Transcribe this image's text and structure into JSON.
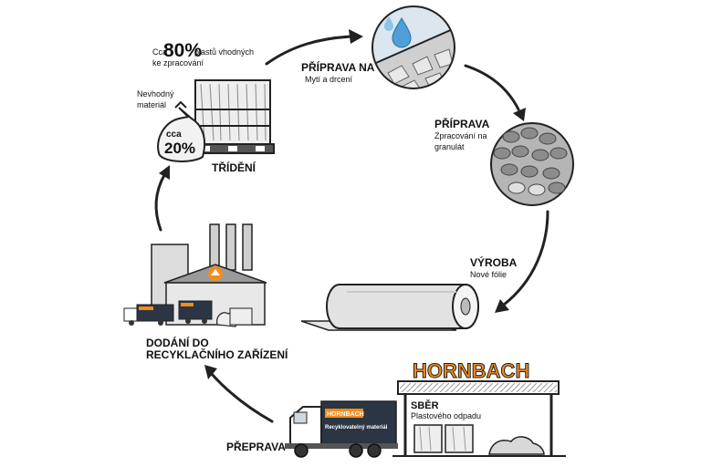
{
  "steps": {
    "sorting": {
      "percent_prefix": "Cca",
      "percent_value": "80%",
      "percent_caption_line1": "plastů vhodných",
      "percent_caption_line2": "ke zpracování",
      "unsuitable_line1": "Nevhodný",
      "unsuitable_line2": "materiál",
      "bag_prefix": "cca",
      "bag_value": "20%",
      "title": "TŘÍDĚNÍ"
    },
    "prep_wash": {
      "title": "PŘÍPRAVA NA",
      "subtitle": "Mytí a drcení"
    },
    "prep_granulate": {
      "title": "PŘÍPRAVA",
      "subtitle_line1": "Zpracování na",
      "subtitle_line2": "granulát"
    },
    "production": {
      "title": "VÝROBA",
      "subtitle": "Nové fólie"
    },
    "collection": {
      "title": "SBĚR",
      "subtitle": "Plastového odpadu",
      "brand": "HORNBACH"
    },
    "transport": {
      "title": "PŘEPRAVA",
      "truck_brand": "HORNBACH",
      "truck_text": "Recyklovatelný materiál"
    },
    "delivery": {
      "title_line1": "DODÁNÍ DO",
      "title_line2": "RECYKLAČNÍHO ZAŘÍZENÍ"
    }
  },
  "colors": {
    "brand_orange": "#f28c1e",
    "truck_dark": "#2b3543",
    "water_blue": "#4f9fd8",
    "line": "#222222"
  },
  "icons": {
    "recycle": "recycle-icon",
    "water": "water-drop-icon"
  }
}
